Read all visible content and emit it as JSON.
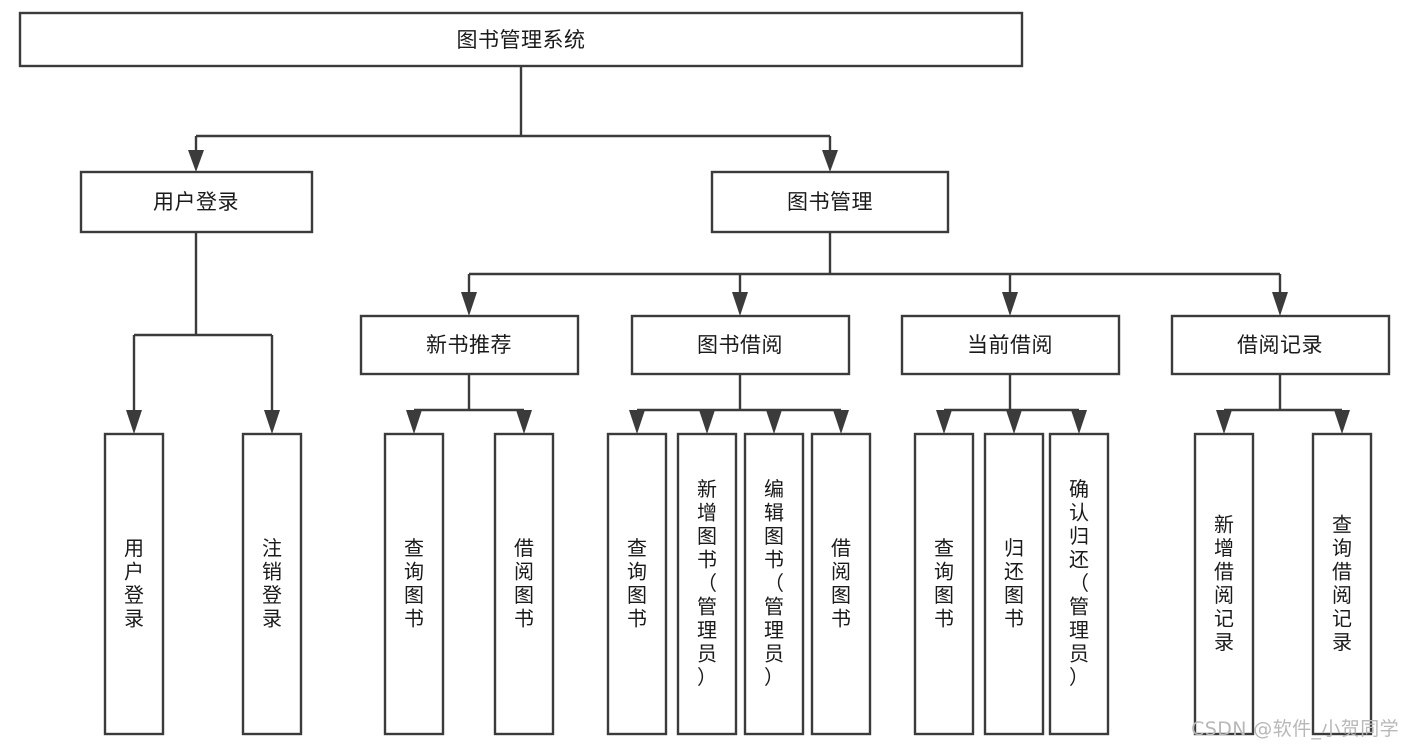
{
  "diagram": {
    "type": "tree-hierarchy",
    "title": "图书管理系统",
    "watermark": "CSDN @软件_小贺同学",
    "colors": {
      "box_stroke": "#3b3b3b",
      "box_fill": "#ffffff",
      "text": "#1a1a1a",
      "background": "#ffffff",
      "watermark": "#b8b8b8"
    },
    "levels": {
      "root": {
        "label": "图书管理系统",
        "orientation": "horizontal"
      },
      "level2": [
        {
          "label": "用户登录",
          "orientation": "horizontal"
        },
        {
          "label": "图书管理",
          "orientation": "horizontal"
        }
      ],
      "level3": [
        {
          "label": "新书推荐",
          "orientation": "horizontal",
          "parent": "图书管理"
        },
        {
          "label": "图书借阅",
          "orientation": "horizontal",
          "parent": "图书管理"
        },
        {
          "label": "当前借阅",
          "orientation": "horizontal",
          "parent": "图书管理"
        },
        {
          "label": "借阅记录",
          "orientation": "horizontal",
          "parent": "图书管理"
        }
      ],
      "leaves": [
        {
          "label": "用户登录",
          "parent": "用户登录",
          "orientation": "vertical"
        },
        {
          "label": "注销登录",
          "parent": "用户登录",
          "orientation": "vertical"
        },
        {
          "label": "查询图书",
          "parent": "新书推荐",
          "orientation": "vertical"
        },
        {
          "label": "借阅图书",
          "parent": "新书推荐",
          "orientation": "vertical"
        },
        {
          "label": "查询图书",
          "parent": "图书借阅",
          "orientation": "vertical"
        },
        {
          "label": "新增图书（管理员）",
          "parent": "图书借阅",
          "orientation": "vertical"
        },
        {
          "label": "编辑图书（管理员）",
          "parent": "图书借阅",
          "orientation": "vertical"
        },
        {
          "label": "借阅图书",
          "parent": "图书借阅",
          "orientation": "vertical"
        },
        {
          "label": "查询图书",
          "parent": "当前借阅",
          "orientation": "vertical"
        },
        {
          "label": "归还图书",
          "parent": "当前借阅",
          "orientation": "vertical"
        },
        {
          "label": "确认归还（管理员）",
          "parent": "当前借阅",
          "orientation": "vertical"
        },
        {
          "label": "新增借阅记录",
          "parent": "借阅记录",
          "orientation": "vertical"
        },
        {
          "label": "查询借阅记录",
          "parent": "借阅记录",
          "orientation": "vertical"
        }
      ]
    },
    "labels": {
      "root_title": "图书管理系统",
      "user_login": "用户登录",
      "book_manage": "图书管理",
      "new_book_rec": "新书推荐",
      "book_borrow": "图书借阅",
      "current_borrow": "当前借阅",
      "borrow_record": "借阅记录",
      "leaf_user_login": "用户登录",
      "leaf_logout": "注销登录",
      "leaf_query_book_a": "查询图书",
      "leaf_borrow_book_a": "借阅图书",
      "leaf_query_book_b": "查询图书",
      "leaf_add_book_admin": "新增图书（管理员）",
      "leaf_edit_book_admin": "编辑图书（管理员）",
      "leaf_borrow_book_b": "借阅图书",
      "leaf_query_book_c": "查询图书",
      "leaf_return_book": "归还图书",
      "leaf_confirm_return_admin": "确认归还（管理员）",
      "leaf_add_record": "新增借阅记录",
      "leaf_query_record": "查询借阅记录"
    }
  }
}
